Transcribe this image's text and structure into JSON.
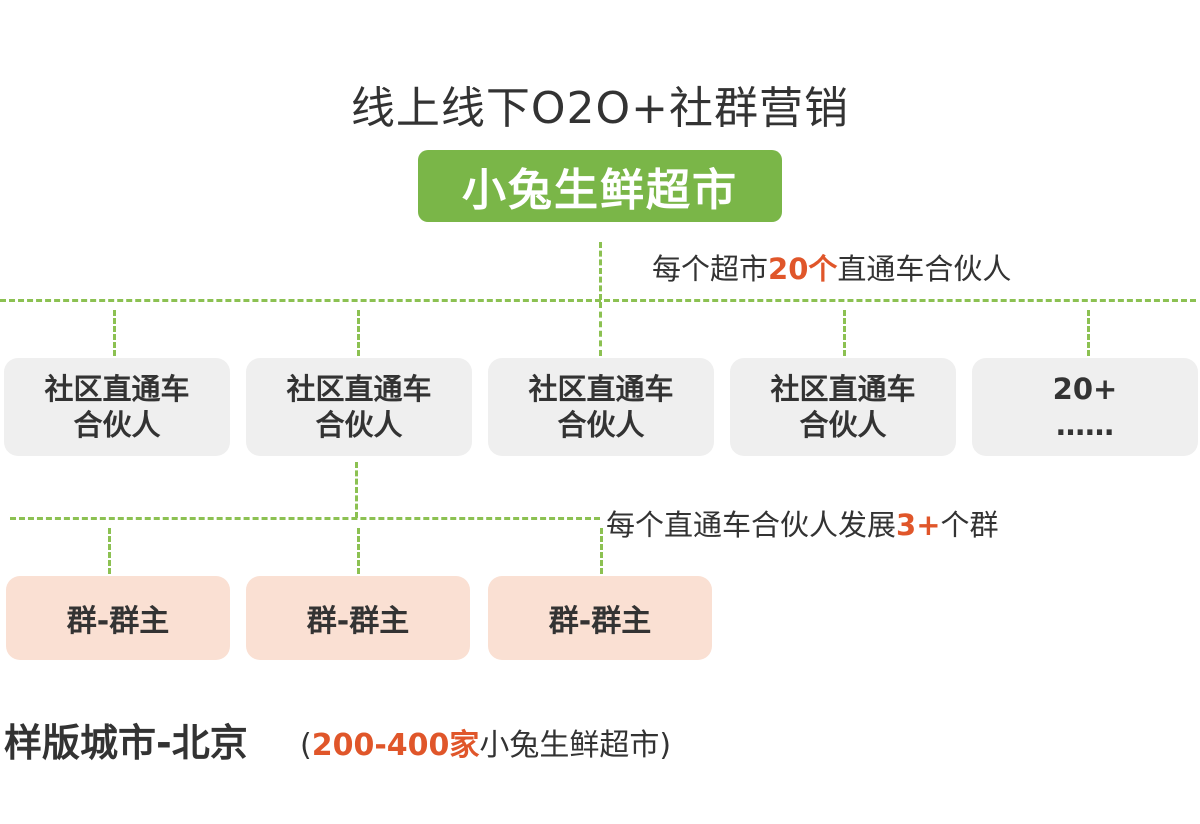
{
  "header": {
    "title": "线上线下O2O+社群营销",
    "brand": "小兔生鲜超市"
  },
  "tier1_note": {
    "prefix": "每个超市",
    "highlight": "20个",
    "suffix": "直通车合伙人"
  },
  "partners": [
    {
      "line1": "社区直通车",
      "line2": "合伙人"
    },
    {
      "line1": "社区直通车",
      "line2": "合伙人"
    },
    {
      "line1": "社区直通车",
      "line2": "合伙人"
    },
    {
      "line1": "社区直通车",
      "line2": "合伙人"
    },
    {
      "line1": "20+",
      "line2": "……"
    }
  ],
  "tier2_note": {
    "prefix": "每个直通车合伙人发展",
    "highlight": "3+",
    "suffix": "个群"
  },
  "groups": [
    {
      "label": "群-群主"
    },
    {
      "label": "群-群主"
    },
    {
      "label": "群-群主"
    }
  ],
  "footer": {
    "title": "样版城市-北京",
    "open_paren": "(",
    "highlight": "200-400家",
    "suffix": "小兔生鲜超市",
    "close_paren": ")"
  },
  "colors": {
    "green": "#7ab648",
    "dash_green": "#8cc152",
    "highlight": "#e0562a",
    "partner_box": "#efefef",
    "group_box": "#fae0d3"
  }
}
